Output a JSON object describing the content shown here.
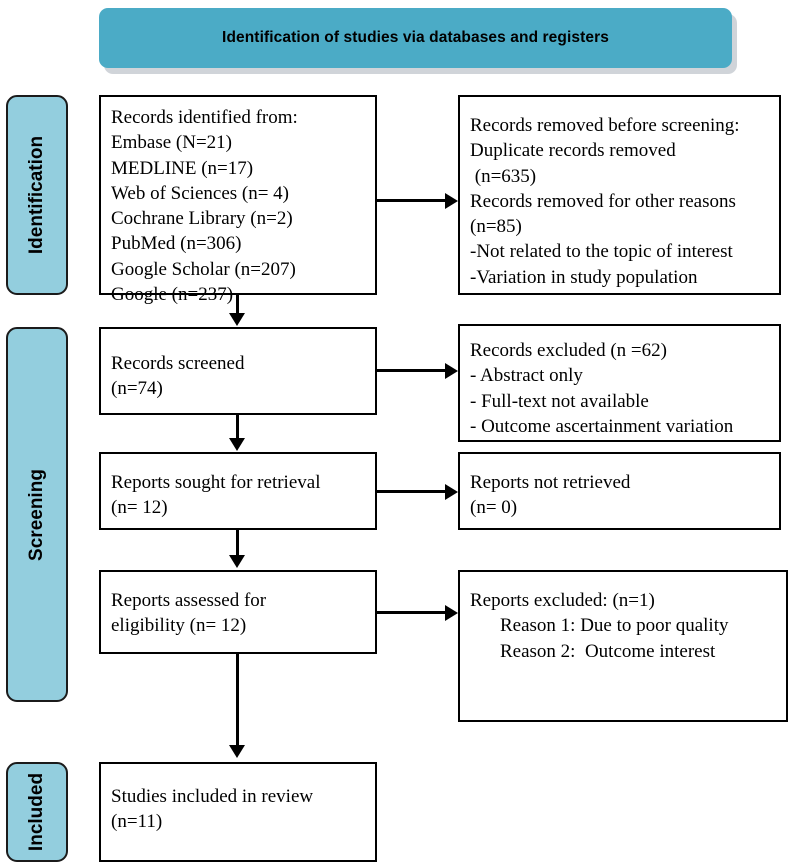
{
  "banner": {
    "title": "Identification of studies via databases and registers"
  },
  "stages": [
    {
      "id": "identification",
      "label": "Identification"
    },
    {
      "id": "screening",
      "label": "Screening"
    },
    {
      "id": "included",
      "label": "Included"
    }
  ],
  "boxes": {
    "identified": {
      "lines": [
        "Records identified from:",
        "Embase (N=21)",
        "MEDLINE (n=17)",
        "Web of Sciences (n= 4)",
        "Cochrane Library (n=2)",
        "PubMed (n=306)",
        "Google Scholar (n=207)",
        "Google (n=237)"
      ]
    },
    "removed": {
      "lines": [
        "Records removed before screening:",
        "Duplicate records removed",
        " (n=635)",
        "Records removed for other reasons",
        "(n=85)",
        "-Not related to the topic of interest",
        "-Variation in study population"
      ]
    },
    "screened": {
      "lines": [
        "Records screened",
        "(n=74)"
      ]
    },
    "excluded_records": {
      "lines": [
        "Records excluded (n =62)",
        "- Abstract only",
        "- Full-text not available",
        "- Outcome ascertainment variation"
      ]
    },
    "sought": {
      "lines": [
        "Reports sought for retrieval",
        "(n= 12)"
      ]
    },
    "not_retrieved": {
      "lines": [
        "Reports not retrieved",
        "(n= 0)"
      ]
    },
    "assessed": {
      "lines": [
        "Reports assessed for",
        "eligibility (n= 12)"
      ]
    },
    "excluded_reports": {
      "lines": [
        "Reports excluded: (n=1)",
        "Reason 1: Due to poor quality",
        "Reason 2:  Outcome interest"
      ]
    },
    "included": {
      "lines": [
        "Studies included in review",
        "(n=11)"
      ]
    }
  },
  "chart_data": {
    "type": "diagram",
    "title": "Identification of studies via databases and registers",
    "nodes": [
      {
        "id": "identified",
        "stage": "Identification",
        "column": "left",
        "records": {
          "Embase": 21,
          "MEDLINE": 17,
          "Web of Sciences": 4,
          "Cochrane Library": 2,
          "PubMed": 306,
          "Google Scholar": 207,
          "Google": 237
        }
      },
      {
        "id": "removed",
        "stage": "Identification",
        "column": "right",
        "duplicates_removed": 635,
        "other_reasons_removed": 85
      },
      {
        "id": "screened",
        "stage": "Screening",
        "column": "left",
        "n": 74
      },
      {
        "id": "excluded_records",
        "stage": "Screening",
        "column": "right",
        "n": 62
      },
      {
        "id": "sought",
        "stage": "Screening",
        "column": "left",
        "n": 12
      },
      {
        "id": "not_retrieved",
        "stage": "Screening",
        "column": "right",
        "n": 0
      },
      {
        "id": "assessed",
        "stage": "Screening",
        "column": "left",
        "n": 12
      },
      {
        "id": "excluded_reports",
        "stage": "Screening",
        "column": "right",
        "n": 1
      },
      {
        "id": "included",
        "stage": "Included",
        "column": "left",
        "n": 11
      }
    ],
    "edges": [
      {
        "from": "identified",
        "to": "removed",
        "direction": "right"
      },
      {
        "from": "identified",
        "to": "screened",
        "direction": "down"
      },
      {
        "from": "screened",
        "to": "excluded_records",
        "direction": "right"
      },
      {
        "from": "screened",
        "to": "sought",
        "direction": "down"
      },
      {
        "from": "sought",
        "to": "not_retrieved",
        "direction": "right"
      },
      {
        "from": "sought",
        "to": "assessed",
        "direction": "down"
      },
      {
        "from": "assessed",
        "to": "excluded_reports",
        "direction": "right"
      },
      {
        "from": "assessed",
        "to": "included",
        "direction": "down"
      }
    ],
    "colors": {
      "banner": "#4BABC6",
      "stage_sidebar": "#93CEDE",
      "box_border": "#000000",
      "text": "#000000"
    }
  }
}
